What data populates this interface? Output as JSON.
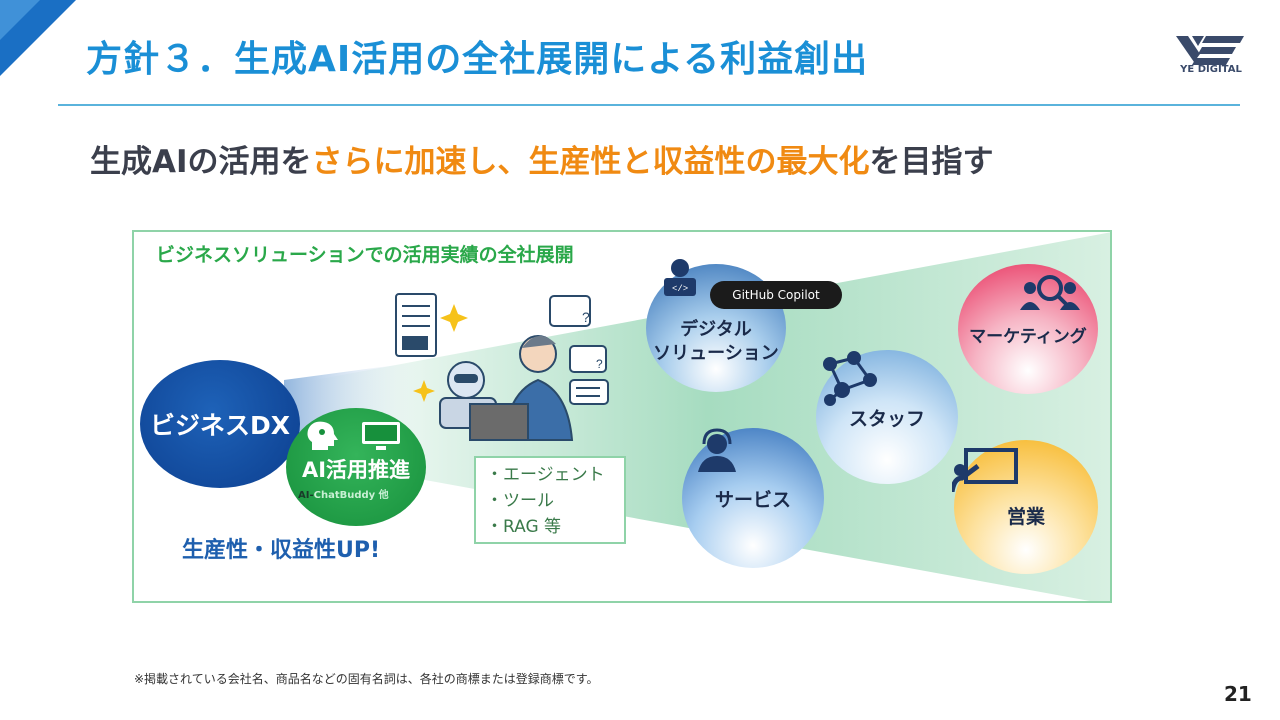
{
  "header": {
    "title": "方針３．生成AI活用の全社展開による利益創出",
    "logo_text": "YE DIGITAL"
  },
  "subtitle": {
    "part1": "生成AIの活用を",
    "highlight": "さらに加速し、生産性と収益性の最大化",
    "part2": "を目指す"
  },
  "panel": {
    "title": "ビジネスソリューションでの活用実績の全社展開",
    "dx_label": "ビジネスDX",
    "ai_label": "AI活用推進",
    "ai_sub_prefix": "AI-",
    "ai_sub_name": "ChatBuddy",
    "ai_sub_suffix": "他",
    "up_text": "生産性・収益性UP!",
    "list": [
      "・エージェント",
      "・ツール",
      "・RAG 等"
    ],
    "github_badge": "GitHub Copilot",
    "circles": {
      "digital_line1": "デジタル",
      "digital_line2": "ソリューション",
      "staff": "スタッフ",
      "service": "サービス",
      "marketing": "マーケティング",
      "sales": "営業"
    }
  },
  "footer": {
    "note": "※掲載されている会社名、商品名などの固有名詞は、各社の商標または登録商標です。",
    "page_number": "21"
  },
  "colors": {
    "title_blue": "#1a8fd6",
    "highlight_orange": "#f08a12",
    "panel_green": "#2aa84a",
    "dx_navy": "#0c3e8e"
  }
}
